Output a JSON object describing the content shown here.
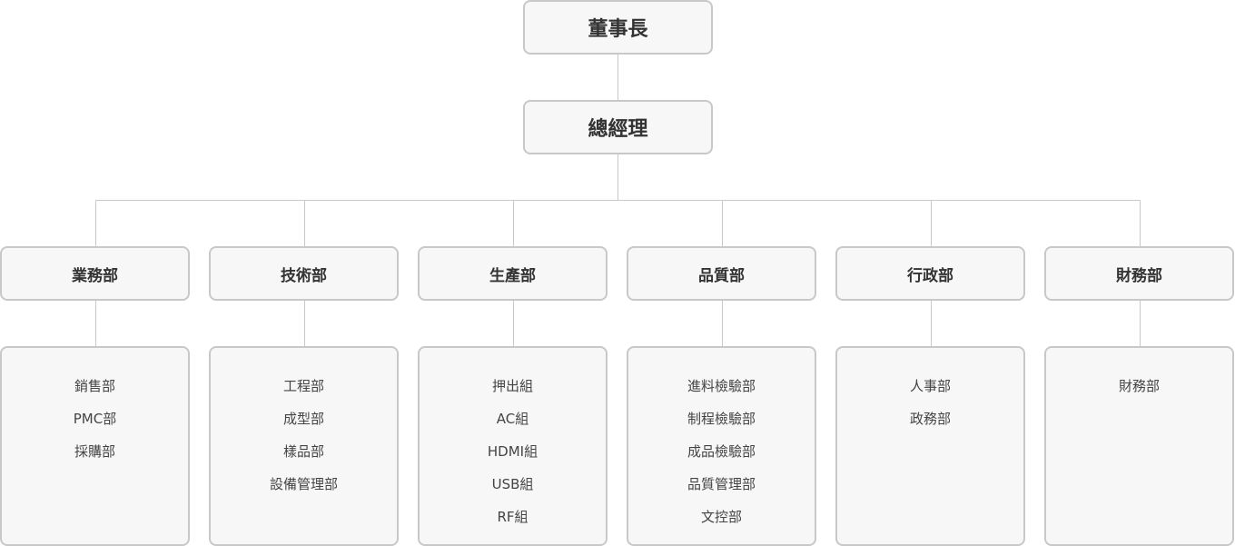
{
  "chairman": "董事長",
  "general_manager": "總經理",
  "departments": [
    {
      "name": "業務部",
      "units": [
        "銷售部",
        "PMC部",
        "採購部"
      ]
    },
    {
      "name": "技術部",
      "units": [
        "工程部",
        "成型部",
        "樣品部",
        "設備管理部"
      ]
    },
    {
      "name": "生產部",
      "units": [
        "押出組",
        "AC組",
        "HDMI組",
        "USB組",
        "RF組"
      ]
    },
    {
      "name": "品質部",
      "units": [
        "進料檢驗部",
        "制程檢驗部",
        "成品檢驗部",
        "品質管理部",
        "文控部"
      ]
    },
    {
      "name": "行政部",
      "units": [
        "人事部",
        "政務部"
      ]
    },
    {
      "name": "財務部",
      "units": [
        "財務部"
      ]
    }
  ],
  "colors": {
    "box_fill": "#f7f7f7",
    "box_border": "#c8c8c8",
    "line": "#c8c8c8",
    "text": "#333333"
  }
}
